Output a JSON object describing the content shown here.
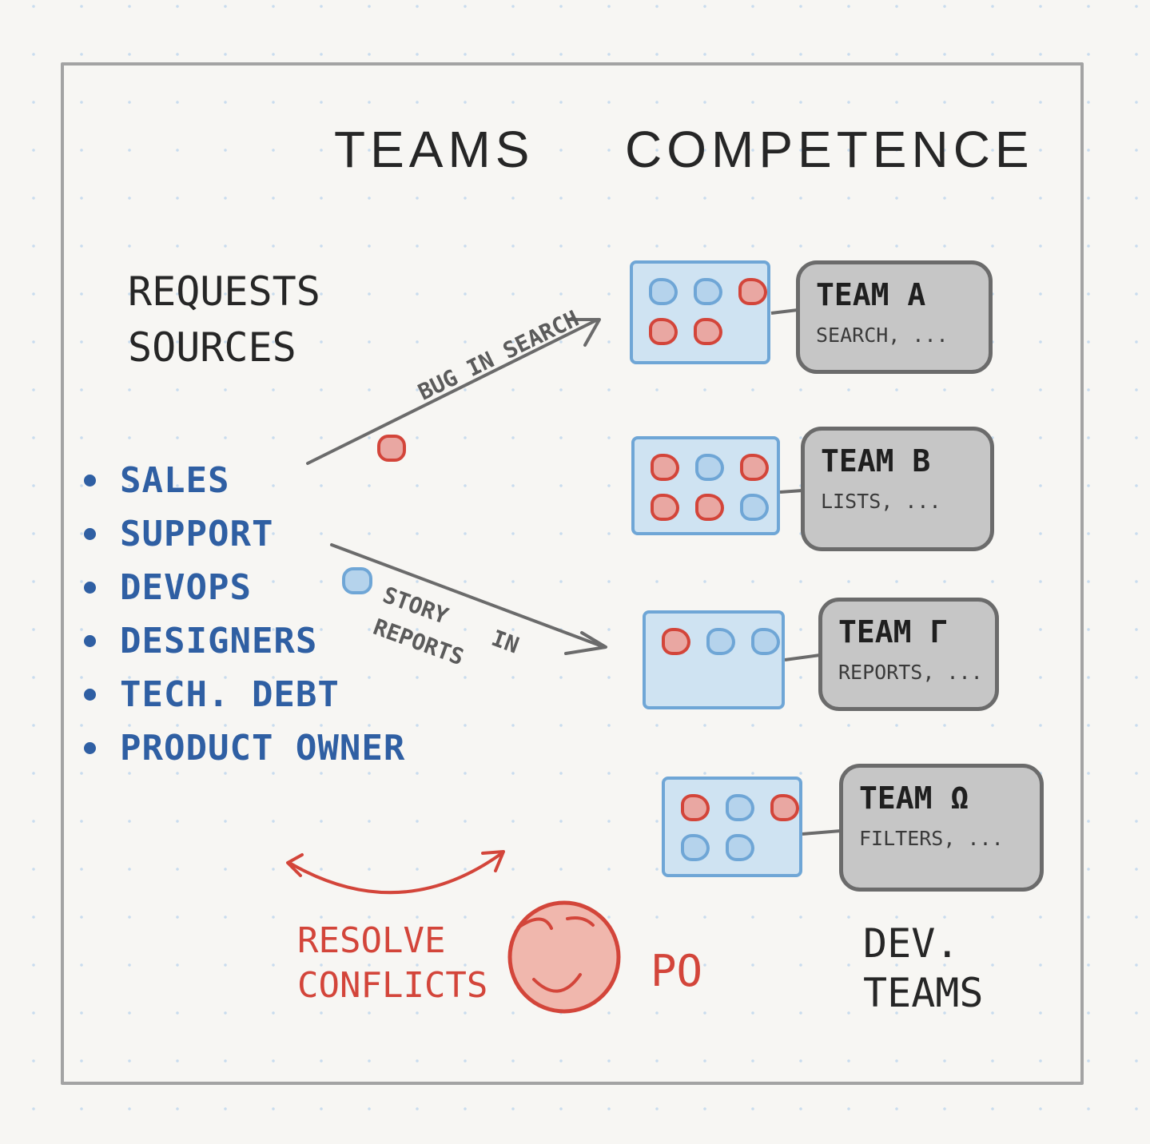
{
  "title": {
    "left": "TEAMS",
    "right": "COMPETENCE"
  },
  "sources": {
    "heading_line1": "REQUESTS",
    "heading_line2": "SOURCES",
    "items": [
      {
        "label": "SALES"
      },
      {
        "label": "SUPPORT"
      },
      {
        "label": "DEVOPS"
      },
      {
        "label": "DESIGNERS"
      },
      {
        "label": "TECH. DEBT"
      },
      {
        "label": "PRODUCT OWNER"
      }
    ]
  },
  "flows": {
    "bug": "BUG IN SEARCH",
    "story_line1": "STORY",
    "story_in": "IN",
    "story_line2": "REPORTS"
  },
  "teams": [
    {
      "name": "TEAM α",
      "competence": "SEARCH, ...",
      "cards": [
        "blue",
        "blue",
        "red",
        "red",
        "red"
      ]
    },
    {
      "name": "TEAM β",
      "competence": "LISTS, ...",
      "cards": [
        "red",
        "blue",
        "red",
        "red",
        "red",
        "blue"
      ]
    },
    {
      "name": "TEAM γ",
      "competence": "REPORTS, ...",
      "cards": [
        "red",
        "blue",
        "blue"
      ]
    },
    {
      "name": "TEAM ω",
      "competence": "FILTERS, ...",
      "cards": [
        "red",
        "blue",
        "red",
        "blue",
        "blue"
      ]
    }
  ],
  "po": {
    "resolve_line1": "RESOLVE",
    "resolve_line2": "CONFLICTS",
    "label": "PO"
  },
  "dev_teams": {
    "line1": "DEV.",
    "line2": "TEAMS"
  },
  "colors": {
    "ink": "#262626",
    "blue": "#2f5fa3",
    "red": "#d3453a",
    "backlog_fill": "#cfe3f2",
    "backlog_border": "#6fa6d6",
    "team_fill": "#c6c6c6",
    "team_border": "#6b6b6b",
    "face_fill": "#f0b7ad"
  }
}
